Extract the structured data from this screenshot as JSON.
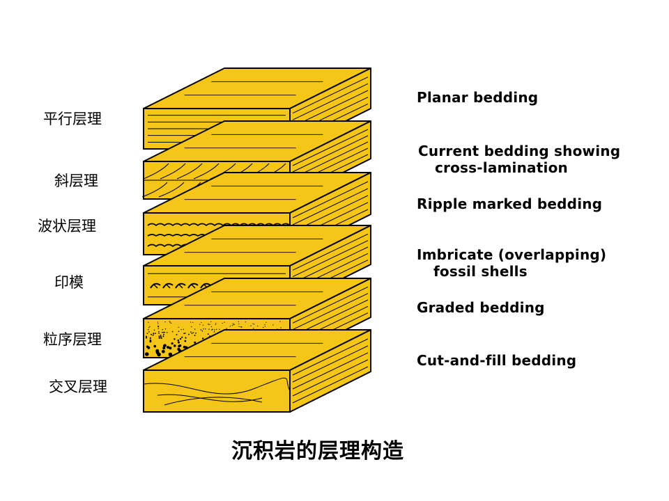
{
  "layers": [
    {
      "zh": "平行层理",
      "en_lines": [
        "Planar bedding"
      ]
    },
    {
      "zh": "斜层理",
      "en_lines": [
        "Current bedding showing",
        "cross-lamination"
      ]
    },
    {
      "zh": "波状层理",
      "en_lines": [
        "Ripple marked bedding"
      ]
    },
    {
      "zh": "印模",
      "en_lines": [
        "Imbricate (overlapping)",
        "fossil shells"
      ]
    },
    {
      "zh": "粒序层理",
      "en_lines": [
        "Graded bedding"
      ]
    },
    {
      "zh": "交叉层理",
      "en_lines": [
        "Cut-and-fill bedding"
      ]
    }
  ],
  "caption": "沉积岩的层理构造",
  "colors": {
    "layer_fill": "#F5C518",
    "layer_dark": "#D9A800",
    "ink": "#000000"
  }
}
